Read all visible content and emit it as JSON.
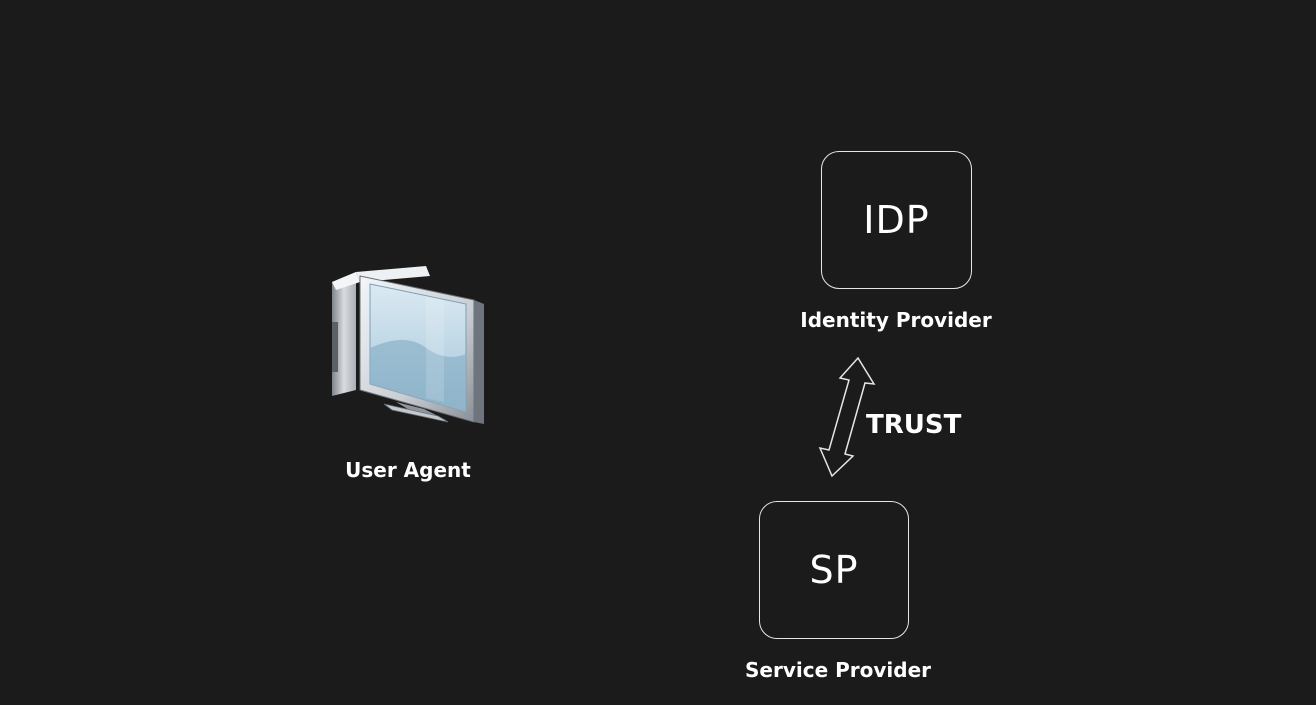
{
  "nodes": {
    "idp": {
      "box_text": "IDP",
      "caption": "Identity Provider"
    },
    "sp": {
      "box_text": "SP",
      "caption": "Service Provider"
    },
    "user_agent": {
      "caption": "User Agent",
      "icon": "desktop-computer-icon"
    }
  },
  "edges": {
    "trust": {
      "label": "TRUST",
      "icon": "double-arrow-icon"
    }
  },
  "colors": {
    "background": "#1b1b1b",
    "stroke": "#e6e6e6",
    "text": "#ffffff"
  }
}
